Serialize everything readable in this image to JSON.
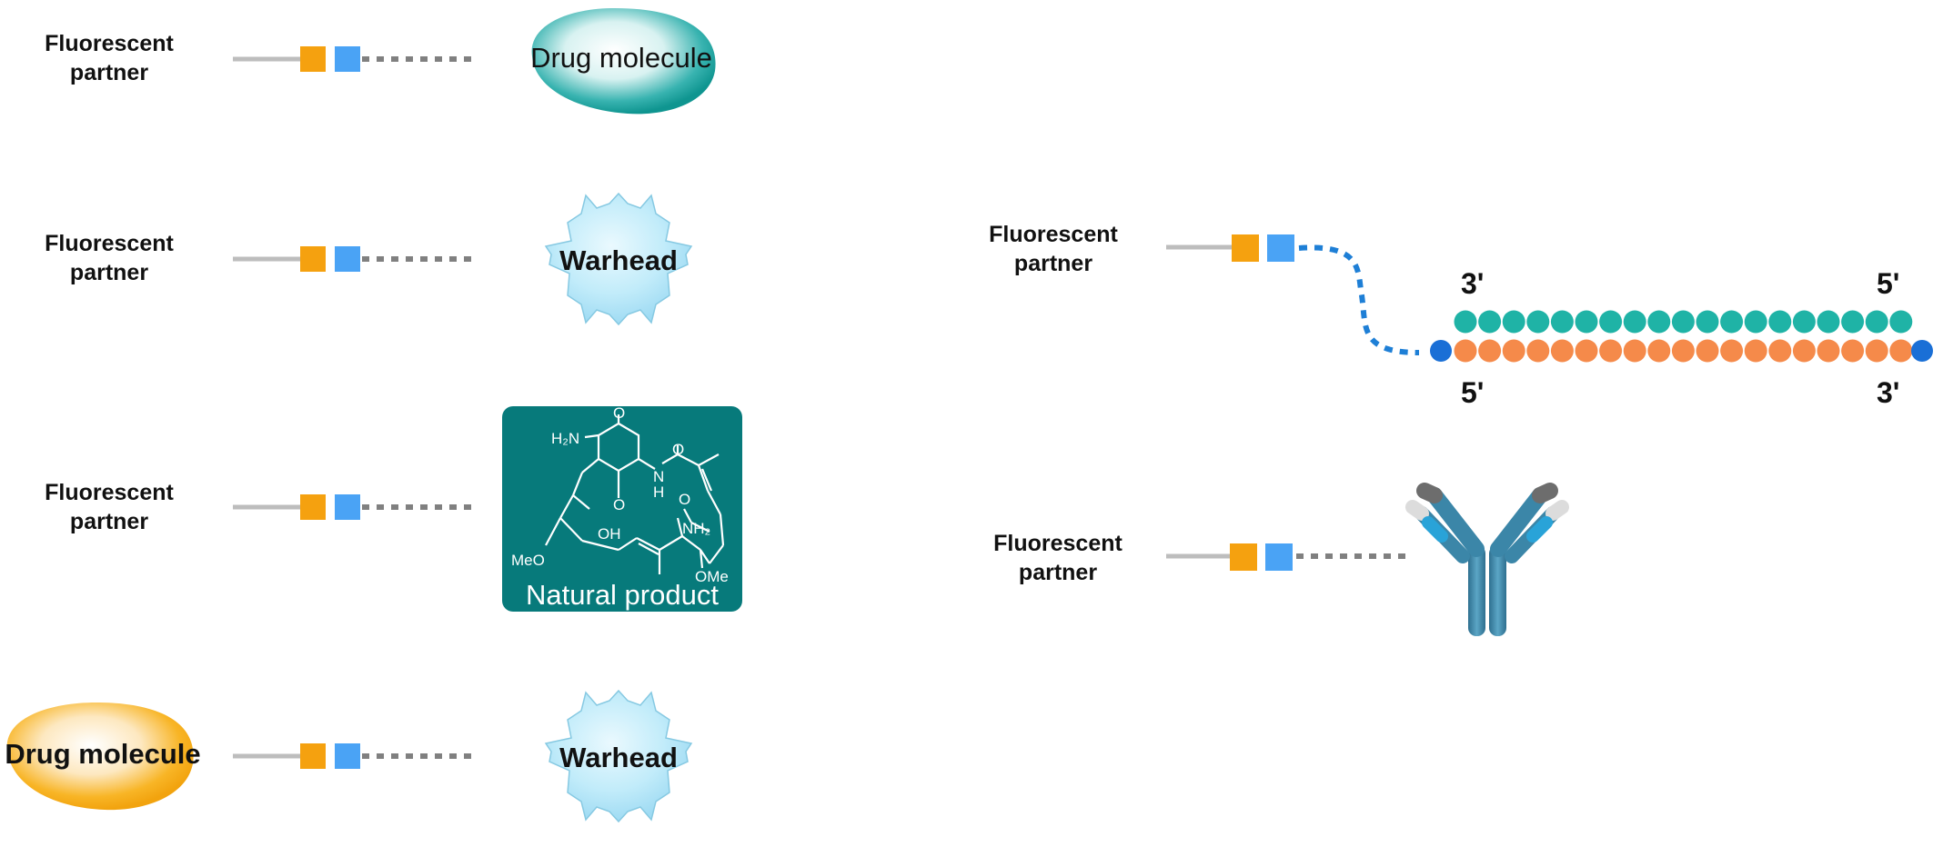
{
  "labels": {
    "fluorescent_line1": "Fluorescent",
    "fluorescent_line2": "partner",
    "drug_molecule": "Drug molecule",
    "warhead": "Warhead",
    "natural_product": "Natural product"
  },
  "strands": {
    "top_left": "3'",
    "top_right": "5'",
    "bottom_left": "5'",
    "bottom_right": "3'"
  },
  "structure_text": {
    "h2n": "H₂N",
    "o1": "O",
    "o2": "O",
    "o3": "O",
    "o4": "O",
    "n": "N",
    "h": "H",
    "oh": "OH",
    "nh2": "NH₂",
    "meo": "MeO",
    "ome": "OMe"
  },
  "colors": {
    "linker_gray": "#bdbdbd",
    "square_orange": "#f5a10f",
    "square_blue": "#4aa3f5",
    "dots_gray": "#808080",
    "teal": "#129ba0",
    "warhead_blue": "#b9e7f7",
    "natural_product_bg": "#077a7b",
    "dna_teal": "#1fb3a6",
    "dna_orange": "#f58a4a",
    "dna_end_blue": "#1a6fd6",
    "dna_linker_blue": "#1e7fd6",
    "drug_orange": "#f8b526"
  },
  "icons": {
    "drug": "drug-molecule-blob-icon",
    "warhead": "warhead-gear-icon",
    "antibody": "antibody-icon",
    "dna": "dna-duplex-icon"
  }
}
